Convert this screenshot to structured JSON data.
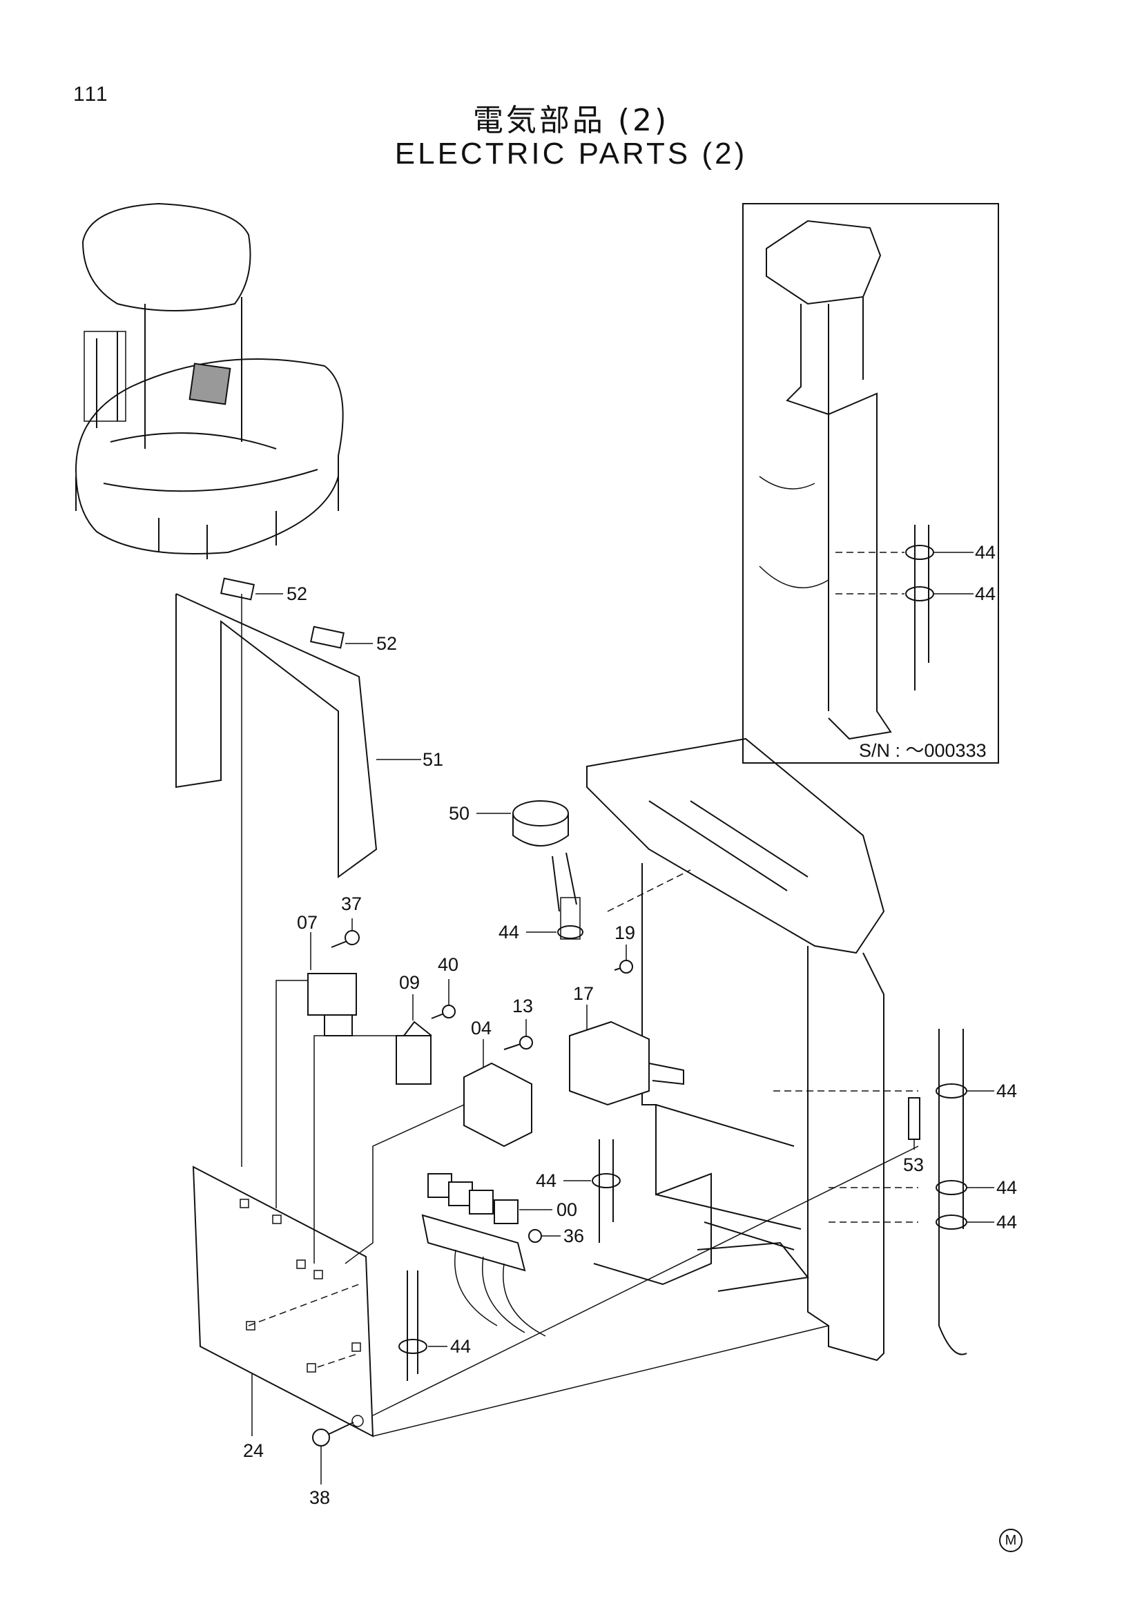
{
  "page": {
    "number": "111",
    "title_jp": "電気部品 (2)",
    "title_en": "ELECTRIC  PARTS  (2)",
    "corner_mark": "M"
  },
  "inset": {
    "serial_label": "S/N :  ～000333"
  },
  "callouts": {
    "c44_inset_a": "44",
    "c44_inset_b": "44",
    "c52_a": "52",
    "c52_b": "52",
    "c51": "51",
    "c50": "50",
    "c44_switch": "44",
    "c37": "37",
    "c07": "07",
    "c40": "40",
    "c09": "09",
    "c13": "13",
    "c04": "04",
    "c19": "19",
    "c17": "17",
    "c44_right_a": "44",
    "c53": "53",
    "c44_right_b": "44",
    "c44_right_c": "44",
    "c44_mid": "44",
    "c00": "00",
    "c36": "36",
    "c44_lower": "44",
    "c24": "24",
    "c38": "38"
  }
}
